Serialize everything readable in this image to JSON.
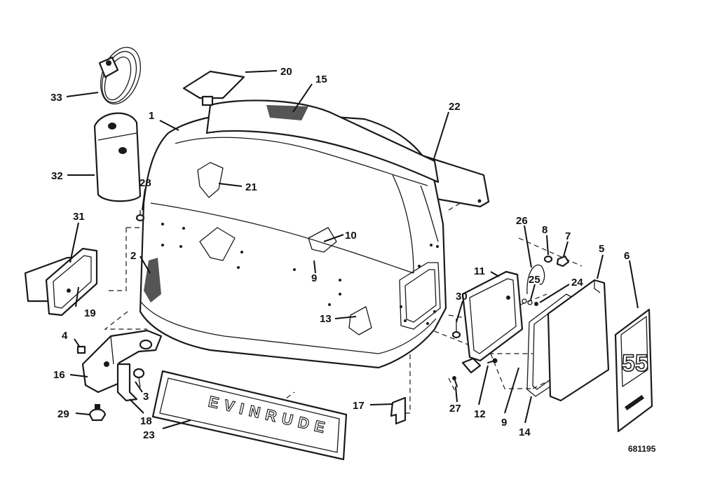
{
  "drawing": {
    "reference_number": "681195",
    "brand_text": "EVINRUDE",
    "decal_text": "55"
  },
  "callouts": [
    {
      "id": "c1",
      "label": "1",
      "part": "motor-cover"
    },
    {
      "id": "c2",
      "label": "2",
      "part": "seal"
    },
    {
      "id": "c3",
      "label": "3",
      "part": "screw"
    },
    {
      "id": "c4",
      "label": "4",
      "part": "nut"
    },
    {
      "id": "c5",
      "label": "5",
      "part": "side-panel"
    },
    {
      "id": "c6",
      "label": "6",
      "part": "decal-55"
    },
    {
      "id": "c7",
      "label": "7",
      "part": "nut"
    },
    {
      "id": "c8",
      "label": "8",
      "part": "screw"
    },
    {
      "id": "c9a",
      "label": "9",
      "part": "screw"
    },
    {
      "id": "c9b",
      "label": "9",
      "part": "seal"
    },
    {
      "id": "c10",
      "label": "10",
      "part": "retainer"
    },
    {
      "id": "c11",
      "label": "11",
      "part": "grille-frame"
    },
    {
      "id": "c12",
      "label": "12",
      "part": "screw"
    },
    {
      "id": "c13",
      "label": "13",
      "part": "retainer"
    },
    {
      "id": "c14",
      "label": "14",
      "part": "seal"
    },
    {
      "id": "c15",
      "label": "15",
      "part": "seal"
    },
    {
      "id": "c16",
      "label": "16",
      "part": "latch-bracket"
    },
    {
      "id": "c17",
      "label": "17",
      "part": "bracket"
    },
    {
      "id": "c18",
      "label": "18",
      "part": "clip"
    },
    {
      "id": "c19",
      "label": "19",
      "part": "grille-frame"
    },
    {
      "id": "c20",
      "label": "20",
      "part": "cover-plate"
    },
    {
      "id": "c21",
      "label": "21",
      "part": "screw"
    },
    {
      "id": "c22",
      "label": "22",
      "part": "trim-strip"
    },
    {
      "id": "c23",
      "label": "23",
      "part": "name-plate"
    },
    {
      "id": "c24",
      "label": "24",
      "part": "seal"
    },
    {
      "id": "c25",
      "label": "25",
      "part": "spring"
    },
    {
      "id": "c26",
      "label": "26",
      "part": "wire"
    },
    {
      "id": "c27",
      "label": "27",
      "part": "screw"
    },
    {
      "id": "c28",
      "label": "28",
      "part": "screw"
    },
    {
      "id": "c29",
      "label": "29",
      "part": "grommet"
    },
    {
      "id": "c30",
      "label": "30",
      "part": "screw"
    },
    {
      "id": "c31",
      "label": "31",
      "part": "screen"
    },
    {
      "id": "c32",
      "label": "32",
      "part": "pouch"
    },
    {
      "id": "c33",
      "label": "33",
      "part": "cable"
    }
  ]
}
